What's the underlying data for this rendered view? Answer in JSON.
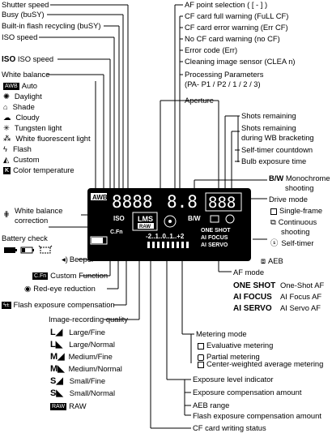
{
  "top_left": [
    "Shutter speed",
    "Busy (buSY)",
    "Built-in flash recycling (buSY)",
    "ISO speed"
  ],
  "iso": {
    "symbol": "ISO",
    "label": "ISO speed"
  },
  "wb": {
    "title": "White balance",
    "auto_badge": "AWB",
    "items": [
      "Auto",
      "Daylight",
      "Shade",
      "Cloudy",
      "Tungsten light",
      "White fluorescent light",
      "Flash",
      "Custom",
      "Color temperature"
    ]
  },
  "wb_correction": {
    "label1": "White balance",
    "label2": "correction"
  },
  "battery": {
    "label": "Battery check"
  },
  "beeper": {
    "label": "Beeper"
  },
  "custom_function": {
    "badge": "C.Fn",
    "label": "Custom Function"
  },
  "red_eye": {
    "label": "Red-eye reduction"
  },
  "flash_comp": {
    "label": "Flash exposure compensation"
  },
  "quality": {
    "title": "Image-recording quality",
    "items": [
      "Large/Fine",
      "Large/Normal",
      "Medium/Fine",
      "Medium/Normal",
      "Small/Fine",
      "Small/Normal",
      "RAW"
    ],
    "raw_badge": "RAW"
  },
  "top_right": [
    "AF point selection ( [ - ] )",
    "CF card full warning (FuLL CF)",
    "CF card error warning (Err CF)",
    "No CF card warning (no CF)",
    "Error code (Err)",
    "Cleaning image sensor (CLEA n)",
    "Processing Parameters"
  ],
  "processing_values": "(PA- P1 / P2 / 1 / 2 / 3)",
  "aperture": "Aperture",
  "right": {
    "shots_remaining": "Shots remaining",
    "shots_wb_1": "Shots remaining",
    "shots_wb_2": "during WB bracketing",
    "self_timer_countdown": "Self-timer countdown",
    "bulb": "Bulb exposure time",
    "mono_symbol": "B/W",
    "mono_1": "Monochrome",
    "mono_2": "shooting"
  },
  "drive": {
    "title": "Drive mode",
    "single": "Single-frame",
    "continuous_1": "Continuous",
    "continuous_2": "shooting",
    "self_timer": "Self-timer",
    "aeb": "AEB"
  },
  "af": {
    "title": "AF mode",
    "rows": [
      {
        "symbol": "ONE SHOT",
        "label": "One-Shot AF"
      },
      {
        "symbol": "AI FOCUS",
        "label": "AI Focus AF"
      },
      {
        "symbol": "AI SERVO",
        "label": "AI Servo AF"
      }
    ]
  },
  "metering": {
    "title": "Metering mode",
    "items": [
      "Evaluative metering",
      "Partial metering",
      "Center-weighted average metering"
    ]
  },
  "exposure": {
    "title": "Exposure level indicator",
    "items": [
      "Exposure compensation amount",
      "AEB range",
      "Flash exposure compensation amount"
    ]
  },
  "cf_writing": "CF card writing status",
  "lcd": {
    "awb": "AWB",
    "digits_left": "8888",
    "digits_mid": "8.8",
    "digits_right": "888",
    "iso": "ISO",
    "lms": "LMS",
    "raw": "RAW",
    "bw": "B/W",
    "one_shot": "ONE SHOT",
    "ai_focus": "AI FOCUS",
    "ai_servo": "AI SERVO",
    "cfn": "C.Fn",
    "scale": "-2..1..0..1..+2"
  }
}
